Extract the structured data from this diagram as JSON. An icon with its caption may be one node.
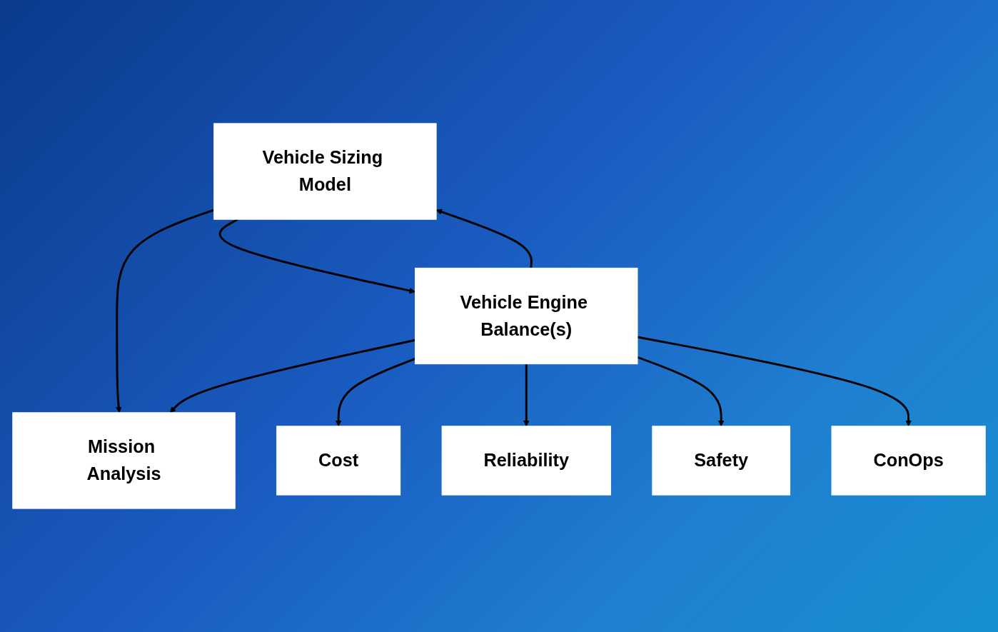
{
  "diagram": {
    "nodes": [
      {
        "text": [
          "Mission Analysis"
        ]
      },
      {
        "text": [
          "Vehicle Sizing Model"
        ]
      },
      {
        "text": [
          "Vehicle Engine Balance(s)"
        ]
      },
      {
        "text": [
          "Cost"
        ]
      },
      {
        "text": [
          "Reliability"
        ]
      },
      {
        "text": [
          "Safety"
        ]
      },
      {
        "text": [
          "ConOps"
        ]
      }
    ],
    "edges": [
      {
        "from": 1,
        "to": 0,
        "arrow": "to"
      },
      {
        "from": 2,
        "to": 0,
        "arrow": "to"
      },
      {
        "from": 1,
        "to": 2,
        "arrow": "to"
      },
      {
        "from": 2,
        "to": 1,
        "arrow": "to"
      },
      {
        "from": 2,
        "to": 3,
        "arrow": "to"
      },
      {
        "from": 2,
        "to": 4,
        "arrow": "to"
      },
      {
        "from": 2,
        "to": 5,
        "arrow": "to"
      },
      {
        "from": 2,
        "to": 6,
        "arrow": "to"
      }
    ]
  }
}
